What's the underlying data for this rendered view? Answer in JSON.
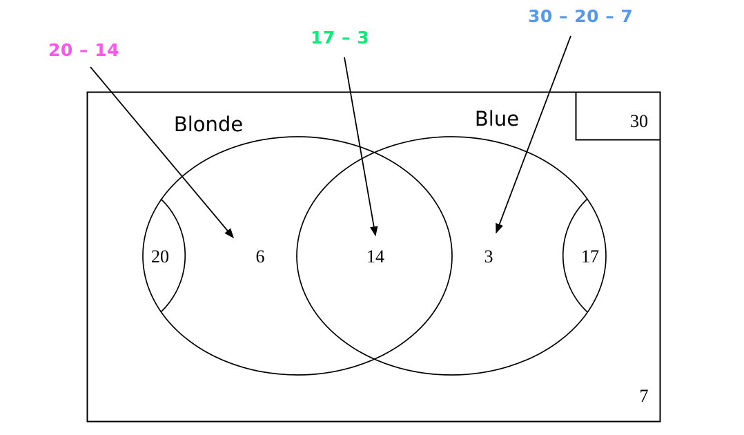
{
  "diagram": {
    "type": "venn-two-set",
    "title_annotations": [
      {
        "id": "magenta",
        "text": "20 – 14",
        "color": "#FF55EE",
        "points_to": "blonde-only-region"
      },
      {
        "id": "green",
        "text": "17 – 3",
        "color": "#00EE77",
        "points_to": "intersection-region"
      },
      {
        "id": "blue",
        "text": "30 – 20 – 7",
        "color": "#5599EE",
        "points_to": "blue-only-region"
      }
    ],
    "set_labels": {
      "left": "Blonde",
      "right": "Blue"
    },
    "region_values": {
      "left_outer": "20",
      "left_only": "6",
      "intersection": "14",
      "right_only": "3",
      "right_outer": "17",
      "universal_total": "30",
      "outside_both": "7"
    },
    "colors": {
      "stroke": "#000000",
      "background": "#ffffff",
      "magenta": "#FF55EE",
      "green": "#00EE77",
      "blue": "#5599EE"
    }
  },
  "chart_data": {
    "type": "venn",
    "title": "",
    "sets": [
      "Blonde",
      "Blue"
    ],
    "universe_total": 30,
    "regions": [
      {
        "name": "Blonde total",
        "label": "20",
        "value": 20
      },
      {
        "name": "Blonde only",
        "label": "6",
        "value": 6
      },
      {
        "name": "Blonde and Blue",
        "label": "14",
        "value": 14
      },
      {
        "name": "Blue only",
        "label": "3",
        "value": 3
      },
      {
        "name": "Blue total",
        "label": "17",
        "value": 17
      },
      {
        "name": "Neither",
        "label": "7",
        "value": 7
      },
      {
        "name": "Universal set",
        "label": "30",
        "value": 30
      }
    ],
    "annotations": [
      {
        "text": "20 – 14",
        "result": 6,
        "color": "#FF55EE"
      },
      {
        "text": "17 – 3",
        "result": 14,
        "color": "#00EE77"
      },
      {
        "text": "30 – 20 – 7",
        "result": 3,
        "color": "#5599EE"
      }
    ]
  }
}
